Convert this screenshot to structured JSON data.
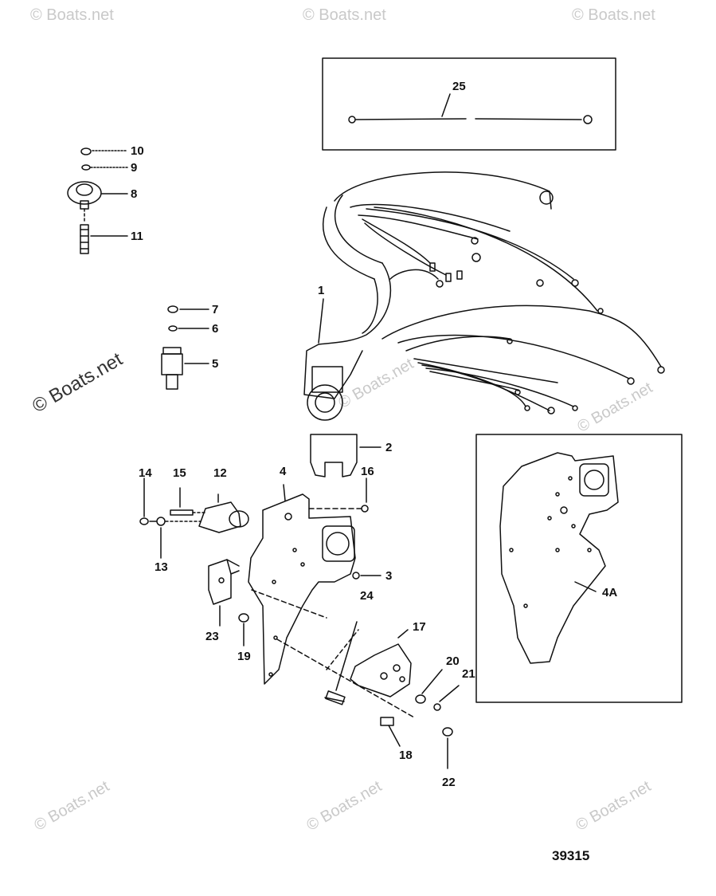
{
  "watermark": "© Boats.net",
  "figure_number": "39315",
  "callouts": [
    "1",
    "2",
    "3",
    "4",
    "4A",
    "5",
    "6",
    "7",
    "8",
    "9",
    "10",
    "11",
    "12",
    "13",
    "14",
    "15",
    "16",
    "17",
    "18",
    "19",
    "20",
    "21",
    "22",
    "23",
    "24",
    "25"
  ],
  "colors": {
    "ink": "#111111",
    "watermark": "#c9c9c9",
    "background": "#ffffff"
  }
}
